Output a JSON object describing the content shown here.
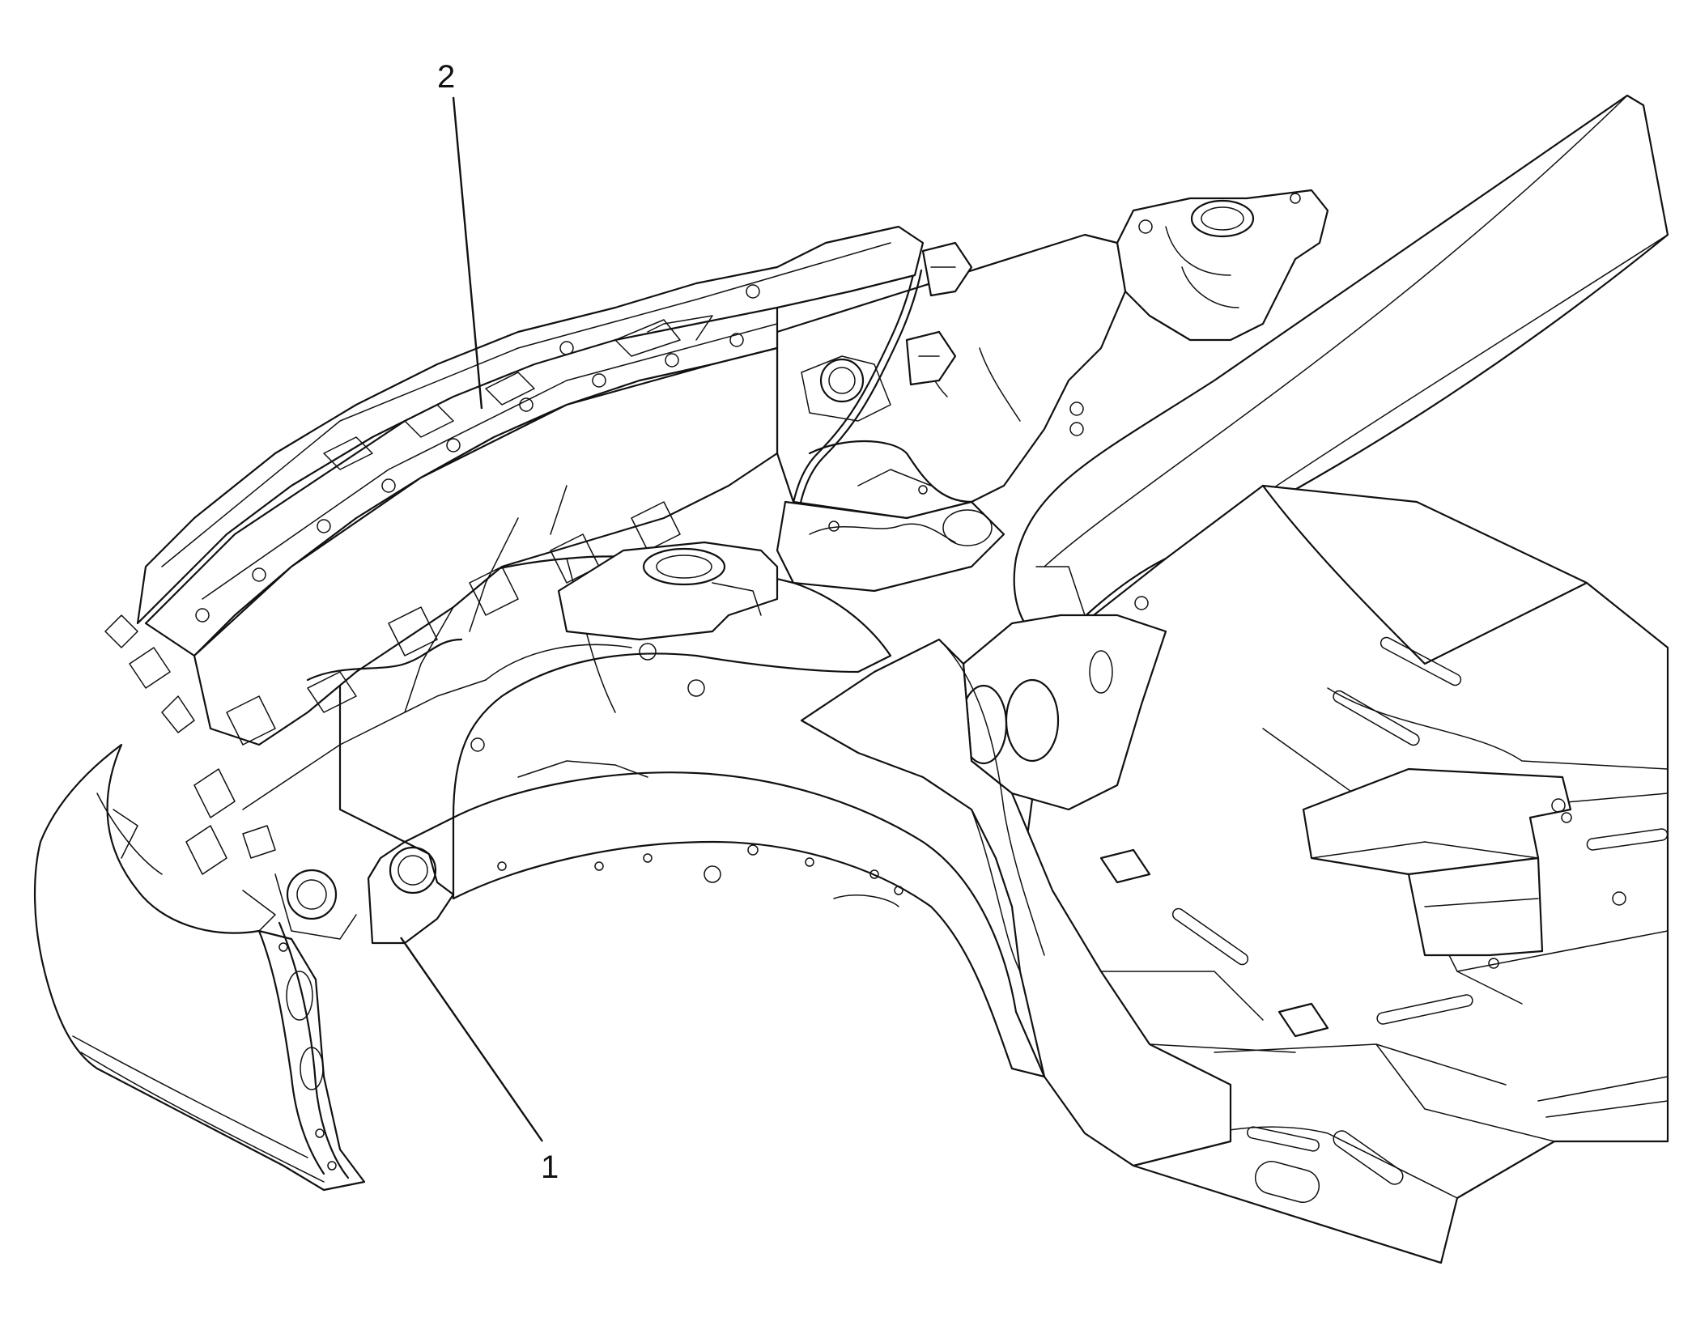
{
  "callouts": [
    {
      "id": "1",
      "label": "1"
    },
    {
      "id": "2",
      "label": "2"
    }
  ],
  "colors": {
    "ink": "#111111",
    "paper": "#ffffff"
  }
}
